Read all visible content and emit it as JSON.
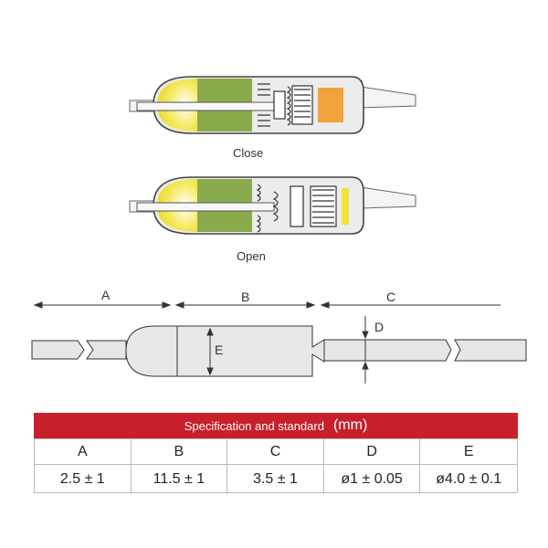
{
  "diagram": {
    "caption_close": "Close",
    "caption_open": "Open",
    "dim_labels": {
      "a": "A",
      "b": "B",
      "c": "C",
      "d": "D",
      "e": "E"
    }
  },
  "spec_table": {
    "title": "Specification and standard",
    "unit": "(mm)",
    "headers": [
      "A",
      "B",
      "C",
      "D",
      "E"
    ],
    "values": [
      "2.5 ± 1",
      "11.5 ± 1",
      "3.5 ± 1",
      "ø1 ± 0.05",
      "ø4.0 ± 0.1"
    ]
  },
  "colors": {
    "table_header_red": "#c8202a",
    "tip_yellow": "#f2e23a",
    "element_green": "#8aab4c",
    "pellet_orange": "#f0a23c"
  }
}
